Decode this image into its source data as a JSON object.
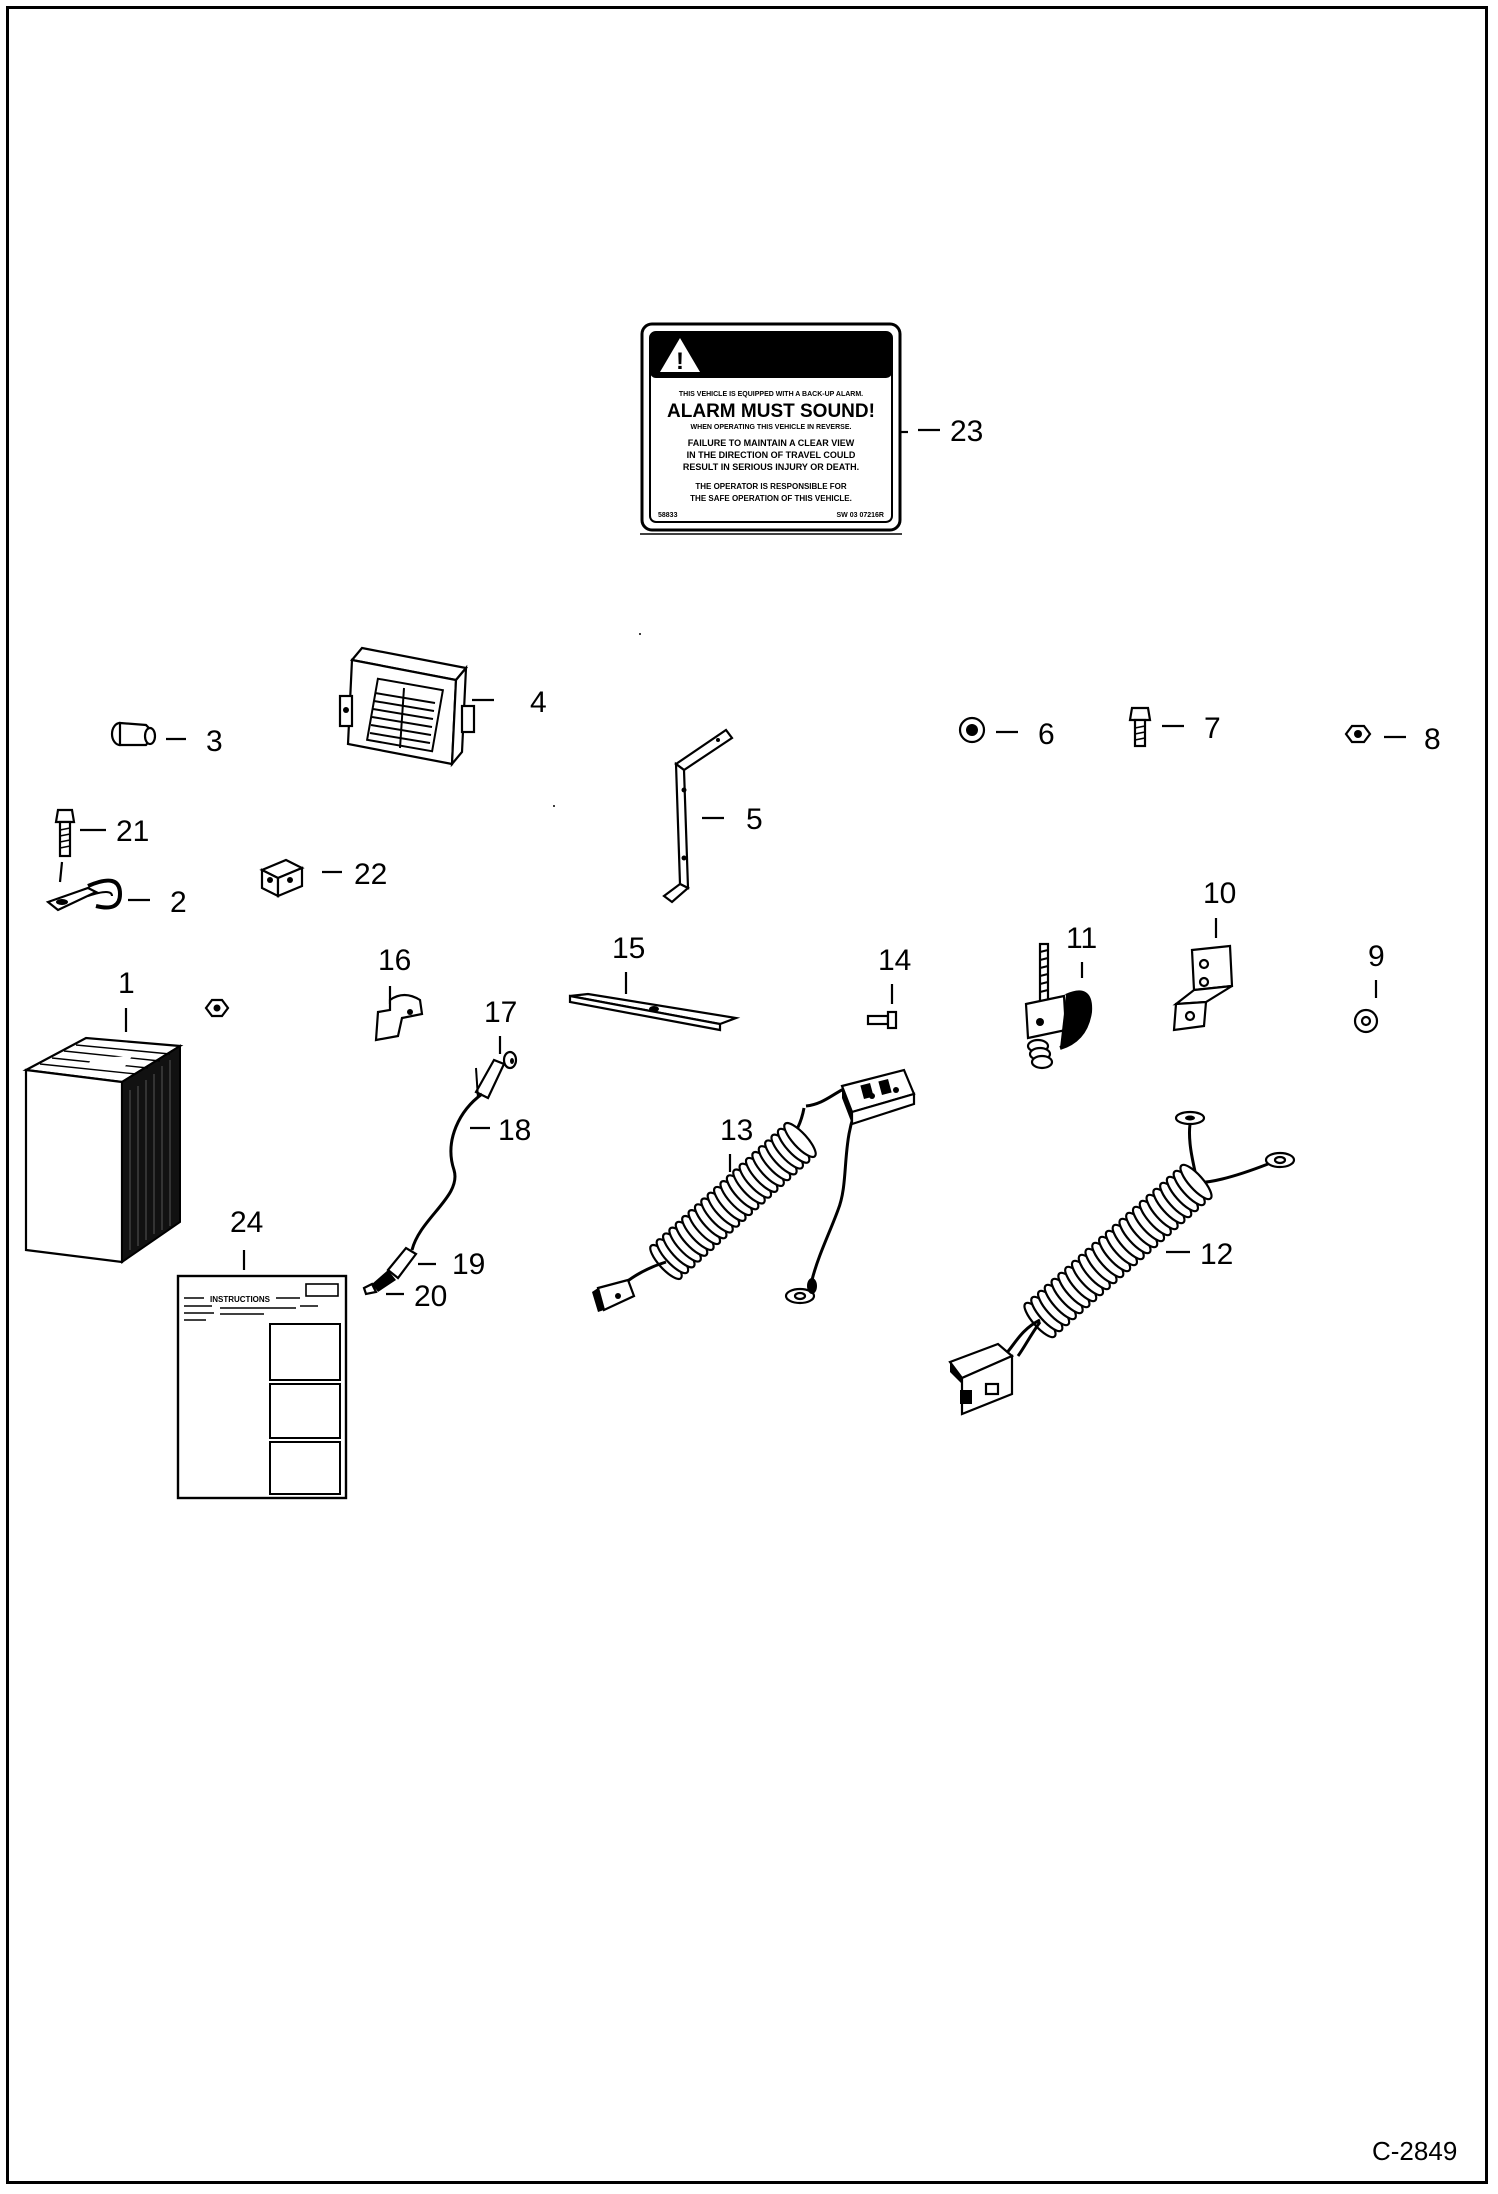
{
  "diagram": {
    "parts": [
      {
        "label": "1"
      },
      {
        "label": "2"
      },
      {
        "label": "3"
      },
      {
        "label": "4"
      },
      {
        "label": "5"
      },
      {
        "label": "6"
      },
      {
        "label": "7"
      },
      {
        "label": "8"
      },
      {
        "label": "9"
      },
      {
        "label": "10"
      },
      {
        "label": "11"
      },
      {
        "label": "12"
      },
      {
        "label": "13"
      },
      {
        "label": "14"
      },
      {
        "label": "15"
      },
      {
        "label": "16"
      },
      {
        "label": "17"
      },
      {
        "label": "18"
      },
      {
        "label": "19"
      },
      {
        "label": "20"
      },
      {
        "label": "21"
      },
      {
        "label": "22"
      },
      {
        "label": "23"
      },
      {
        "label": "24"
      }
    ],
    "figure_code": "C-2849"
  },
  "warning_decal": {
    "header": "WARNING",
    "line1": "THIS VEHICLE IS EQUIPPED WITH A BACK-UP ALARM.",
    "headline": "ALARM MUST SOUND!",
    "line2": "WHEN OPERATING THIS VEHICLE IN REVERSE.",
    "line3": "FAILURE TO MAINTAIN A CLEAR VIEW",
    "line4": "IN THE DIRECTION OF TRAVEL COULD",
    "line5": "RESULT IN SERIOUS INJURY OR DEATH.",
    "line6": "THE OPERATOR IS RESPONSIBLE FOR",
    "line7": "THE SAFE OPERATION OF THIS VEHICLE.",
    "code_left": "58833",
    "code_right": "SW 03 07216R"
  },
  "instruction_sheet": {
    "title": "INSTRUCTIONS"
  }
}
